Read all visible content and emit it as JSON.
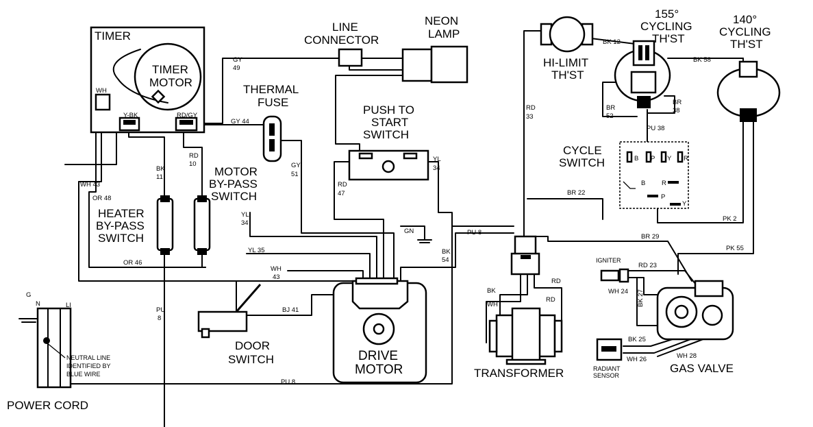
{
  "components": {
    "timer": "TIMER",
    "timer_motor_1": "TIMER",
    "timer_motor_2": "MOTOR",
    "line_connector_1": "LINE",
    "line_connector_2": "CONNECTOR",
    "neon_lamp_1": "NEON",
    "neon_lamp_2": "LAMP",
    "thermal_fuse_1": "THERMAL",
    "thermal_fuse_2": "FUSE",
    "push_start_1": "PUSH TO",
    "push_start_2": "START",
    "push_start_3": "SWITCH",
    "motor_bypass_1": "MOTOR",
    "motor_bypass_2": "BY-PASS",
    "motor_bypass_3": "SWITCH",
    "heater_bypass_1": "HEATER",
    "heater_bypass_2": "BY-PASS",
    "heater_bypass_3": "SWITCH",
    "hi_limit_1": "HI-LIMIT",
    "hi_limit_2": "TH'ST",
    "cyc155_1": "155°",
    "cyc155_2": "CYCLING",
    "cyc155_3": "TH'ST",
    "cyc140_1": "140°",
    "cyc140_2": "CYCLING",
    "cyc140_3": "TH'ST",
    "cycle_switch_1": "CYCLE",
    "cycle_switch_2": "SWITCH",
    "door_switch_1": "DOOR",
    "door_switch_2": "SWITCH",
    "drive_motor_1": "DRIVE",
    "drive_motor_2": "MOTOR",
    "transformer": "TRANSFORMER",
    "gas_valve": "GAS VALVE",
    "igniter": "IGNITER",
    "radiant_1": "RADIANT",
    "radiant_2": "SENSOR",
    "power_cord": "POWER CORD",
    "neutral_1": "NEUTRAL LINE",
    "neutral_2": "IDENTIFIED BY",
    "neutral_3": "BLUE WIRE"
  },
  "terminals": {
    "wh": "WH",
    "ybk": "Y-BK",
    "rdgy": "RD/GY",
    "b": "B",
    "p": "P",
    "y": "Y",
    "r": "R",
    "b2": "B",
    "r2": "R",
    "p2": "P",
    "y2": "Y",
    "g": "G",
    "n": "N",
    "l1": "LI",
    "gn": "GN",
    "bk": "BK",
    "wh2": "WH",
    "rd": "RD",
    "rd2": "RD"
  },
  "wire_labels": {
    "gy49_a": "GY",
    "gy49_b": "49",
    "gy44": "GY 44",
    "gy51_a": "GY",
    "gy51_b": "51",
    "rd33_a": "RD",
    "rd33_b": "33",
    "yl34_a": "YL",
    "yl34_b": "34",
    "rd47_a": "RD",
    "rd47_b": "47",
    "bk11_a": "BK",
    "bk11_b": "11",
    "rd10_a": "RD",
    "rd10_b": "10",
    "wh43": "WH 43",
    "or48": "OR 48",
    "or46": "OR 46",
    "yl34b_a": "YL",
    "yl34b_b": "34",
    "yl35": "YL 35",
    "wh43b_a": "WH",
    "wh43b_b": "43",
    "bj41": "BJ 41",
    "pu8_a": "PU",
    "pu8_b": "8",
    "pu8_bottom": "PU 8",
    "pu8_right": "PU 8",
    "bk54_a": "BK",
    "bk54_b": "54",
    "bk12": "BK 12",
    "bk58": "BK 58",
    "br52_a": "BR",
    "br52_b": "52",
    "br38_a": "BR",
    "br38_b": "38",
    "pu38": "PU 38",
    "br22": "BR 22",
    "pk2": "PK 2",
    "br29": "BR 29",
    "pk55": "PK 55",
    "rd23": "RD 23",
    "wh24": "WH 24",
    "bk27": "BK 27",
    "bk25": "BK 25",
    "wh26": "WH 26",
    "wh28": "WH 28"
  }
}
